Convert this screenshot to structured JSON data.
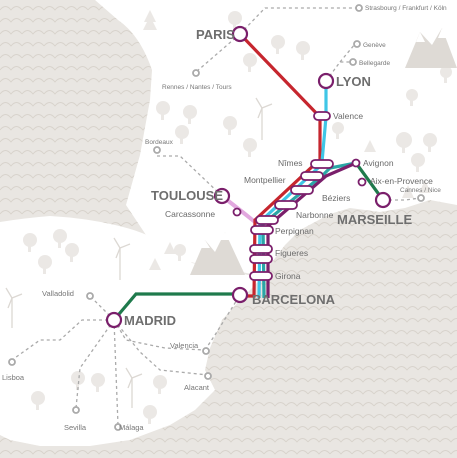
{
  "colors": {
    "sea": "#e9e6e2",
    "land": "#ffffff",
    "red": "#c6262e",
    "cyan": "#3fc6e6",
    "purple": "#7a1f6b",
    "green": "#1f7a4c",
    "teal": "#2aa6a6",
    "grey_line": "#aaaaaa",
    "lilac": "#e2a8df"
  },
  "cities_major": {
    "paris": "PARIS",
    "lyon": "LYON",
    "toulouse": "TOULOUSE",
    "marseille": "MARSEILLE",
    "barcelona": "BARCELONA",
    "madrid": "MADRID"
  },
  "stations": {
    "valence": "Valence",
    "nimes": "Nîmes",
    "avignon": "Avignon",
    "montpellier": "Montpellier",
    "aix": "Aix-en-Provence",
    "beziers": "Béziers",
    "narbonne": "Narbonne",
    "carcassonne": "Carcassonne",
    "perpignan": "Perpignan",
    "figueres": "Figueres",
    "girona": "Girona"
  },
  "destinations": {
    "strasbourg": "Strasbourg / Frankfurt / Köln",
    "geneve": "Genève",
    "bellegarde": "Bellegarde",
    "rennes": "Rennes / Nantes / Tours",
    "bordeaux": "Bordeaux",
    "cannes": "Cannes / Nice",
    "valladolid": "Valladolid",
    "lisboa": "Lisboa",
    "valencia": "Valencia",
    "alacant": "Alacant",
    "sevilla": "Sevilla",
    "malaga": "Málaga"
  }
}
